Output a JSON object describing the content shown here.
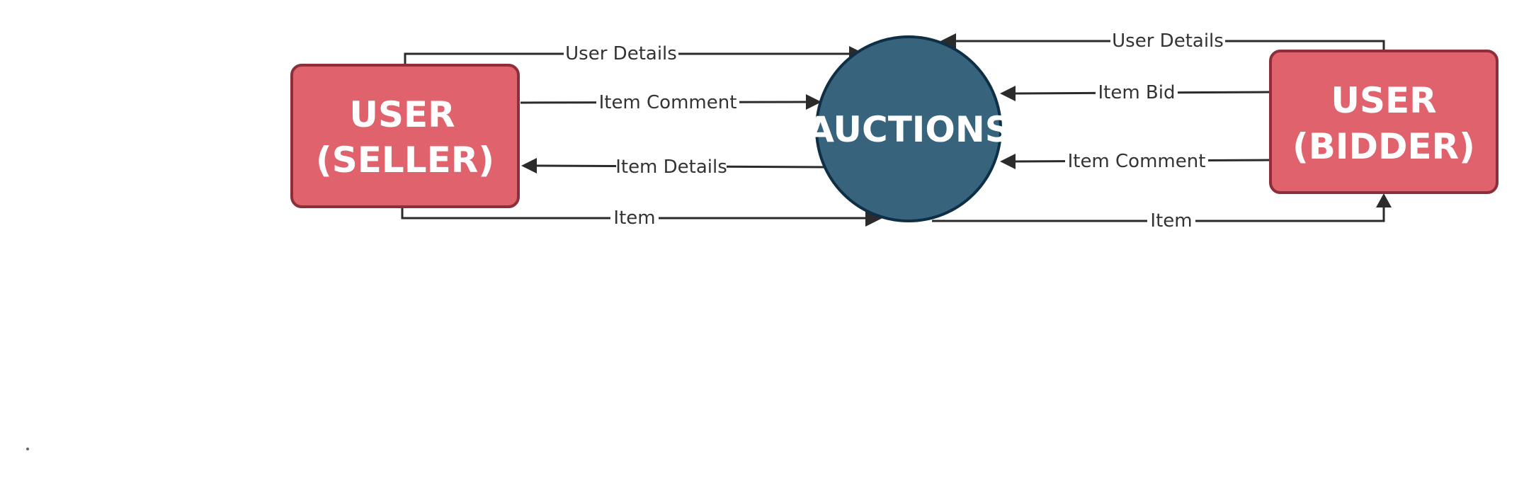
{
  "nodes": {
    "seller": {
      "line1": "USER",
      "line2": "(SELLER)",
      "fill": "#E0626D",
      "stroke": "#8C2F3A"
    },
    "auctions": {
      "label": "AUCTIONS",
      "fill": "#37637C",
      "stroke": "#0E2F45"
    },
    "bidder": {
      "line1": "USER",
      "line2": "(BIDDER)",
      "fill": "#E0626D",
      "stroke": "#8C2F3A"
    }
  },
  "edges": {
    "seller_user_details": "User Details",
    "seller_item_comment": "Item Comment",
    "auctions_item_details": "Item Details",
    "seller_item": "Item",
    "bidder_user_details": "User Details",
    "bidder_item_bid": "Item Bid",
    "bidder_item_comment": "Item Comment",
    "auctions_item": "Item"
  },
  "colors": {
    "line": "#2b2b2b",
    "edge_text": "#333333",
    "background": "#ffffff"
  }
}
